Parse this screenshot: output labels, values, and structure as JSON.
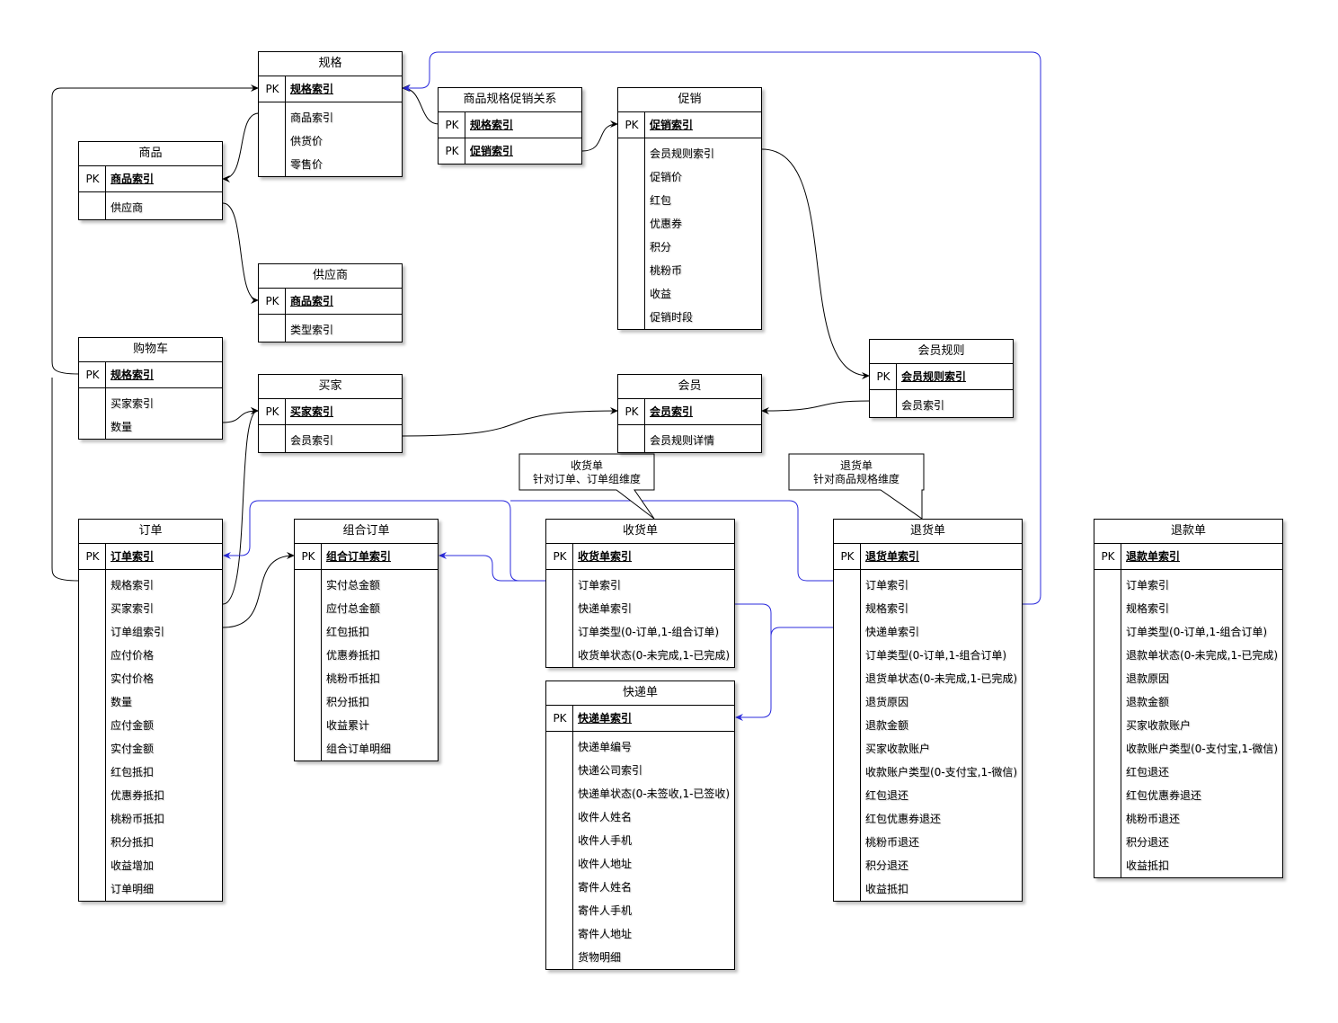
{
  "tables": {
    "spec": {
      "title": "规格",
      "pk": [
        {
          "k": "PK",
          "name": "规格索引"
        }
      ],
      "fields": [
        "商品索引",
        "供货价",
        "零售价"
      ]
    },
    "product": {
      "title": "商品",
      "pk": [
        {
          "k": "PK",
          "name": "商品索引"
        }
      ],
      "fields": [
        "供应商"
      ]
    },
    "spec_promo": {
      "title": "商品规格促销关系",
      "pk": [
        {
          "k": "PK",
          "name": "规格索引"
        },
        {
          "k": "PK",
          "name": "促销索引"
        }
      ],
      "fields": []
    },
    "promo": {
      "title": "促销",
      "pk": [
        {
          "k": "PK",
          "name": "促销索引"
        }
      ],
      "fields": [
        "会员规则索引",
        "促销价",
        "红包",
        "优惠券",
        "积分",
        "桃粉币",
        "收益",
        "促销时段"
      ]
    },
    "supplier": {
      "title": "供应商",
      "pk": [
        {
          "k": "PK",
          "name": "商品索引"
        }
      ],
      "fields": [
        "类型索引"
      ]
    },
    "cart": {
      "title": "购物车",
      "pk": [
        {
          "k": "PK",
          "name": "规格索引"
        }
      ],
      "fields": [
        "买家索引",
        "数量"
      ]
    },
    "buyer": {
      "title": "买家",
      "pk": [
        {
          "k": "PK",
          "name": "买家索引"
        }
      ],
      "fields": [
        "会员索引"
      ]
    },
    "member": {
      "title": "会员",
      "pk": [
        {
          "k": "PK",
          "name": "会员索引"
        }
      ],
      "fields": [
        "会员规则详情"
      ]
    },
    "member_rule": {
      "title": "会员规则",
      "pk": [
        {
          "k": "PK",
          "name": "会员规则索引"
        }
      ],
      "fields": [
        "会员索引"
      ]
    },
    "order": {
      "title": "订单",
      "pk": [
        {
          "k": "PK",
          "name": "订单索引"
        }
      ],
      "fields": [
        "规格索引",
        "买家索引",
        "订单组索引",
        "应付价格",
        "实付价格",
        "数量",
        "应付金额",
        "实付金额",
        "红包抵扣",
        "优惠券抵扣",
        "桃粉币抵扣",
        "积分抵扣",
        "收益增加",
        "订单明细"
      ]
    },
    "combo_order": {
      "title": "组合订单",
      "pk": [
        {
          "k": "PK",
          "name": "组合订单索引"
        }
      ],
      "fields": [
        "实付总金额",
        "应付总金额",
        "红包抵扣",
        "优惠券抵扣",
        "桃粉币抵扣",
        "积分抵扣",
        "收益累计",
        "组合订单明细"
      ]
    },
    "receipt": {
      "title": "收货单",
      "pk": [
        {
          "k": "PK",
          "name": "收货单索引"
        }
      ],
      "fields": [
        "订单索引",
        "快递单索引",
        "订单类型(0-订单,1-组合订单)",
        "收货单状态(0-未完成,1-已完成)"
      ]
    },
    "express": {
      "title": "快递单",
      "pk": [
        {
          "k": "PK",
          "name": "快递单索引"
        }
      ],
      "fields": [
        "快递单编号",
        "快递公司索引",
        "快递单状态(0-未签收,1-已签收)",
        "收件人姓名",
        "收件人手机",
        "收件人地址",
        "寄件人姓名",
        "寄件人手机",
        "寄件人地址",
        "货物明细"
      ]
    },
    "return": {
      "title": "退货单",
      "pk": [
        {
          "k": "PK",
          "name": "退货单索引"
        }
      ],
      "fields": [
        "订单索引",
        "规格索引",
        "快递单索引",
        "订单类型(0-订单,1-组合订单)",
        "退货单状态(0-未完成,1-已完成)",
        "退货原因",
        "退款金额",
        "买家收款账户",
        "收款账户类型(0-支付宝,1-微信)",
        "红包退还",
        "红包优惠券退还",
        "桃粉币退还",
        "积分退还",
        "收益抵扣"
      ]
    },
    "refund": {
      "title": "退款单",
      "pk": [
        {
          "k": "PK",
          "name": "退款单索引"
        }
      ],
      "fields": [
        "订单索引",
        "规格索引",
        "订单类型(0-订单,1-组合订单)",
        "退款单状态(0-未完成,1-已完成)",
        "退款原因",
        "退款金额",
        "买家收款账户",
        "收款账户类型(0-支付宝,1-微信)",
        "红包退还",
        "红包优惠券退还",
        "桃粉币退还",
        "积分退还",
        "收益抵扣"
      ]
    }
  },
  "callouts": {
    "receipt_note": {
      "line1": "收货单",
      "line2": "针对订单、订单组维度"
    },
    "return_note": {
      "line1": "退货单",
      "line2": "针对商品规格维度"
    }
  },
  "colors": {
    "black_edge": "#000000",
    "blue_edge": "#2b2bdd"
  }
}
